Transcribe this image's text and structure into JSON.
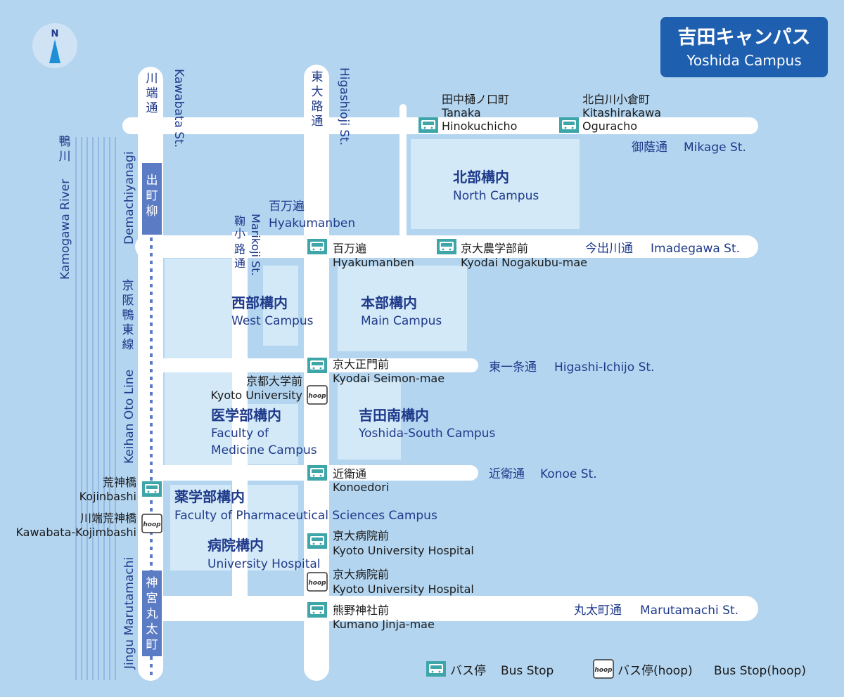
{
  "title": {
    "ja": "吉田キャンパス",
    "en": "Yoshida Campus"
  },
  "compass": {
    "label": "N"
  },
  "roads": {
    "kawabata": {
      "ja": [
        "川",
        "端",
        "通"
      ],
      "en": "Kawabata St."
    },
    "higashioji": {
      "ja": [
        "東",
        "大",
        "路",
        "通"
      ],
      "en": "Higashioji St."
    },
    "marikoji": {
      "ja": [
        "鞠",
        "小",
        "路",
        "通"
      ],
      "en": "Marikoji St."
    },
    "mikage": {
      "ja": "御蔭通",
      "en": "Mikage St."
    },
    "imadegawa": {
      "ja": "今出川通",
      "en": "Imadegawa St."
    },
    "higashiichijo": {
      "ja": "東一条通",
      "en": "Higashi-Ichijo St."
    },
    "konoe": {
      "ja": "近衛通",
      "en": "Konoe St."
    },
    "marutamachi": {
      "ja": "丸太町通",
      "en": "Marutamachi St."
    }
  },
  "river": {
    "ja": [
      "鴨",
      "川"
    ],
    "en": "Kamogawa River"
  },
  "rail": {
    "ja": [
      "京",
      "阪",
      "鴨",
      "東",
      "線"
    ],
    "en": "Keihan Oto Line"
  },
  "stations": {
    "demachiyanagi": {
      "ja": [
        "出",
        "町",
        "柳"
      ],
      "en": "Demachiyanagi"
    },
    "jingu": {
      "ja": [
        "神",
        "宮",
        "丸",
        "太",
        "町"
      ],
      "en": "Jingu Marutamachi"
    }
  },
  "campuses": {
    "north": {
      "ja": "北部構内",
      "en": "North Campus"
    },
    "main": {
      "ja": "本部構内",
      "en": "Main Campus"
    },
    "west": {
      "ja": "西部構内",
      "en": "West Campus"
    },
    "yoshida_south": {
      "ja": "吉田南構内",
      "en": "Yoshida-South Campus"
    },
    "medicine": {
      "ja": "医学部構内",
      "en1": "Faculty of",
      "en2": "Medicine Campus"
    },
    "pharma": {
      "ja": "薬学部構内",
      "en": "Faculty of Pharmaceutical Sciences Campus"
    },
    "hospital": {
      "ja": "病院構内",
      "en": "University Hospital"
    }
  },
  "stops": {
    "tanaka": {
      "ja": "田中樋ノ口町",
      "en1": "Tanaka",
      "en2": "Hinokuchicho"
    },
    "kitashirakawa": {
      "ja": "北白川小倉町",
      "en1": "Kitashirakawa",
      "en2": "Oguracho"
    },
    "hyakumanben_area": {
      "ja": "百万遍",
      "en": "Hyakumanben"
    },
    "hyakumanben_stop": {
      "ja": "百万遍",
      "en": "Hyakumanben"
    },
    "nogakubu": {
      "ja": "京大農学部前",
      "en": "Kyodai Nogakubu-mae"
    },
    "seimon": {
      "ja": "京大正門前",
      "en": "Kyodai Seimon-mae"
    },
    "kyoto_univ": {
      "ja": "京都大学前",
      "en": "Kyoto University"
    },
    "konoedori": {
      "ja": "近衛通",
      "en": "Konoedori"
    },
    "kojinbashi": {
      "ja": "荒神橋",
      "en": "Kojinbashi"
    },
    "kawabata_kojinbashi": {
      "ja": "川端荒神橋",
      "en": "Kawabata-Kojimbashi"
    },
    "hospital1": {
      "ja": "京大病院前",
      "en": "Kyoto University Hospital"
    },
    "hospital2": {
      "ja": "京大病院前",
      "en": "Kyoto University Hospital"
    },
    "kumano": {
      "ja": "熊野神社前",
      "en": "Kumano Jinja-mae"
    }
  },
  "legend": {
    "bus": {
      "ja": "バス停",
      "en": "Bus Stop"
    },
    "hoop": {
      "ja": "バス停(hoop)",
      "en": "Bus Stop(hoop)"
    },
    "hoop_icon": "hoop"
  },
  "colors": {
    "water": "#b3d5f0",
    "road": "#ffffff",
    "campus": "#d3e9f8",
    "text": "#1f3a8a",
    "bus": "#3ea5a8",
    "station": "#5b7cc4",
    "title_bg": "#1e5fb0"
  }
}
